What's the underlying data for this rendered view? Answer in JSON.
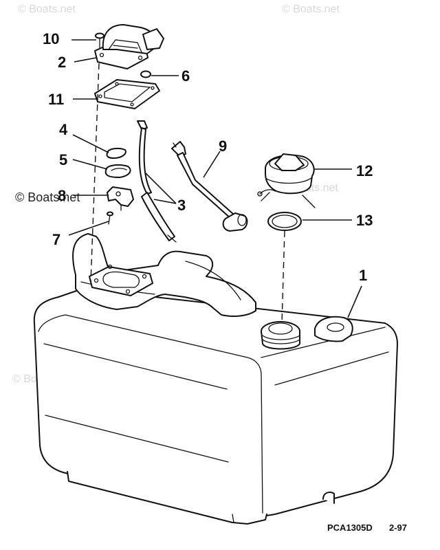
{
  "callouts": {
    "c1": "1",
    "c2": "2",
    "c3": "3",
    "c4": "4",
    "c5": "5",
    "c6": "6",
    "c7": "7",
    "c8": "8",
    "c9": "9",
    "c10": "10",
    "c11": "11",
    "c12": "12",
    "c13": "13"
  },
  "watermark": {
    "text": "© Boats.net",
    "prominent_text": "© Boats.net"
  },
  "footer": {
    "part_code": "PCA1305D",
    "revision": "2-97"
  }
}
